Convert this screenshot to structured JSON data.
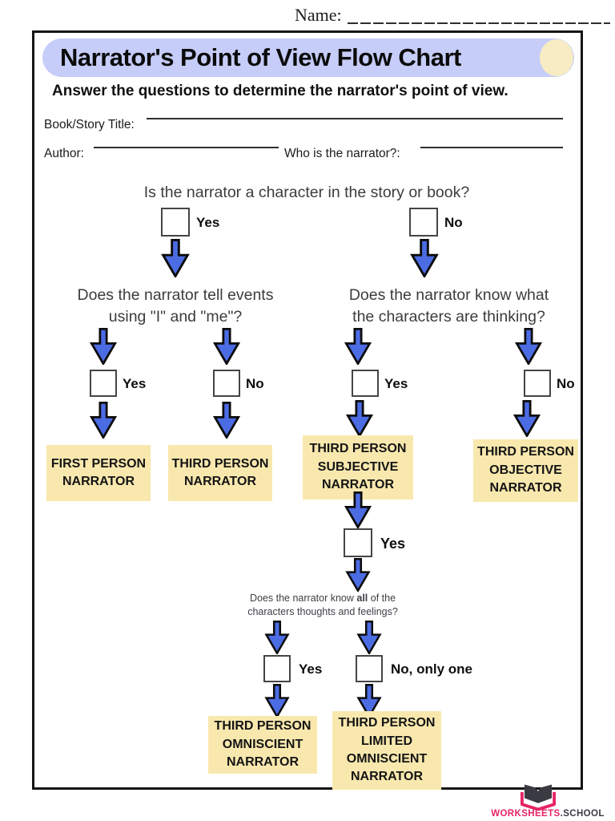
{
  "name_label": "Name:",
  "header": {
    "title": "Narrator's Point of View Flow Chart",
    "subtitle": "Answer the questions to determine the narrator's point of view.",
    "book_title_label": "Book/Story Title:",
    "author_label": "Author:",
    "narrator_label": "Who is the narrator?:"
  },
  "questions": {
    "q1": "Is the narrator a character in the story or book?",
    "q2_left": {
      "line1": "Does the narrator tell events",
      "line2": "using \"I\" and \"me\"?"
    },
    "q2_right": {
      "line1": "Does the narrator know what",
      "line2": "the characters are thinking?"
    },
    "q3": {
      "prefix": "Does the narrator know ",
      "bold": "all",
      "suffix": " of the characters thoughts and feelings?"
    }
  },
  "checkboxes": {
    "r1": [
      "Yes",
      "No"
    ],
    "r2": [
      "Yes",
      "No",
      "Yes",
      "No"
    ],
    "mid_yes": "Yes",
    "r4": [
      "Yes",
      "No, only one"
    ]
  },
  "results": {
    "first_person": "FIRST PERSON NARRATOR",
    "third_person": "THIRD PERSON NARRATOR",
    "third_subjective": "THIRD PERSON SUBJECTIVE NARRATOR",
    "third_objective": "THIRD PERSON OBJECTIVE NARRATOR",
    "third_omniscient": "THIRD PERSON OMNISCIENT NARRATOR",
    "third_limited_omniscient": "THIRD PERSON LIMITED OMNISCIENT NARRATOR"
  },
  "footer": {
    "brand_primary": "WORKSHEETS",
    "brand_secondary": ".SCHOOL"
  },
  "colors": {
    "title_bg": "#c6cdf8",
    "title_accent": "#f7ecc3",
    "result_bg": "#f9e8ae",
    "arrow_fill": "#4c6ce4",
    "brand_pink": "#e62565",
    "brand_gray": "#3a3a42"
  }
}
